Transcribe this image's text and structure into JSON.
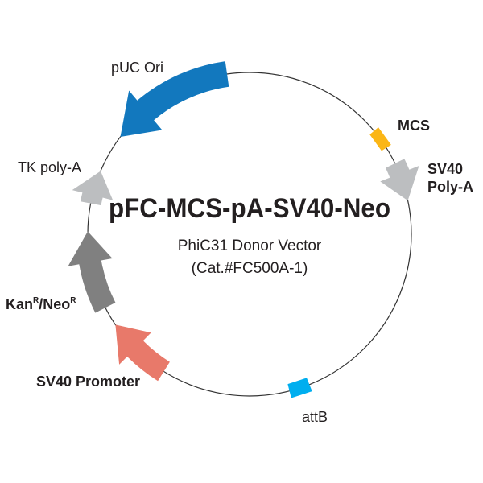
{
  "plasmid": {
    "name": "pFC-MCS-pA-SV40-Neo",
    "description": "PhiC31 Donor Vector",
    "catalog": "(Cat.#FC500A-1)"
  },
  "features": {
    "puc_ori": {
      "label": "pUC Ori",
      "color": "#1278be"
    },
    "mcs": {
      "label": "MCS",
      "color": "#fbb616"
    },
    "sv40_polya": {
      "label_line1": "SV40",
      "label_line2": "Poly-A",
      "color": "#bcbec0"
    },
    "attb": {
      "label": "attB",
      "color": "#00aeef"
    },
    "sv40_promoter": {
      "label": "SV40 Promoter",
      "color": "#e8796a"
    },
    "kan_neo": {
      "label_kan": "Kan",
      "label_sup1": "R",
      "label_slash": "/Neo",
      "label_sup2": "R",
      "color": "#808080"
    },
    "tk_polya": {
      "label": "TK poly-A",
      "color": "#bcbec0"
    }
  }
}
